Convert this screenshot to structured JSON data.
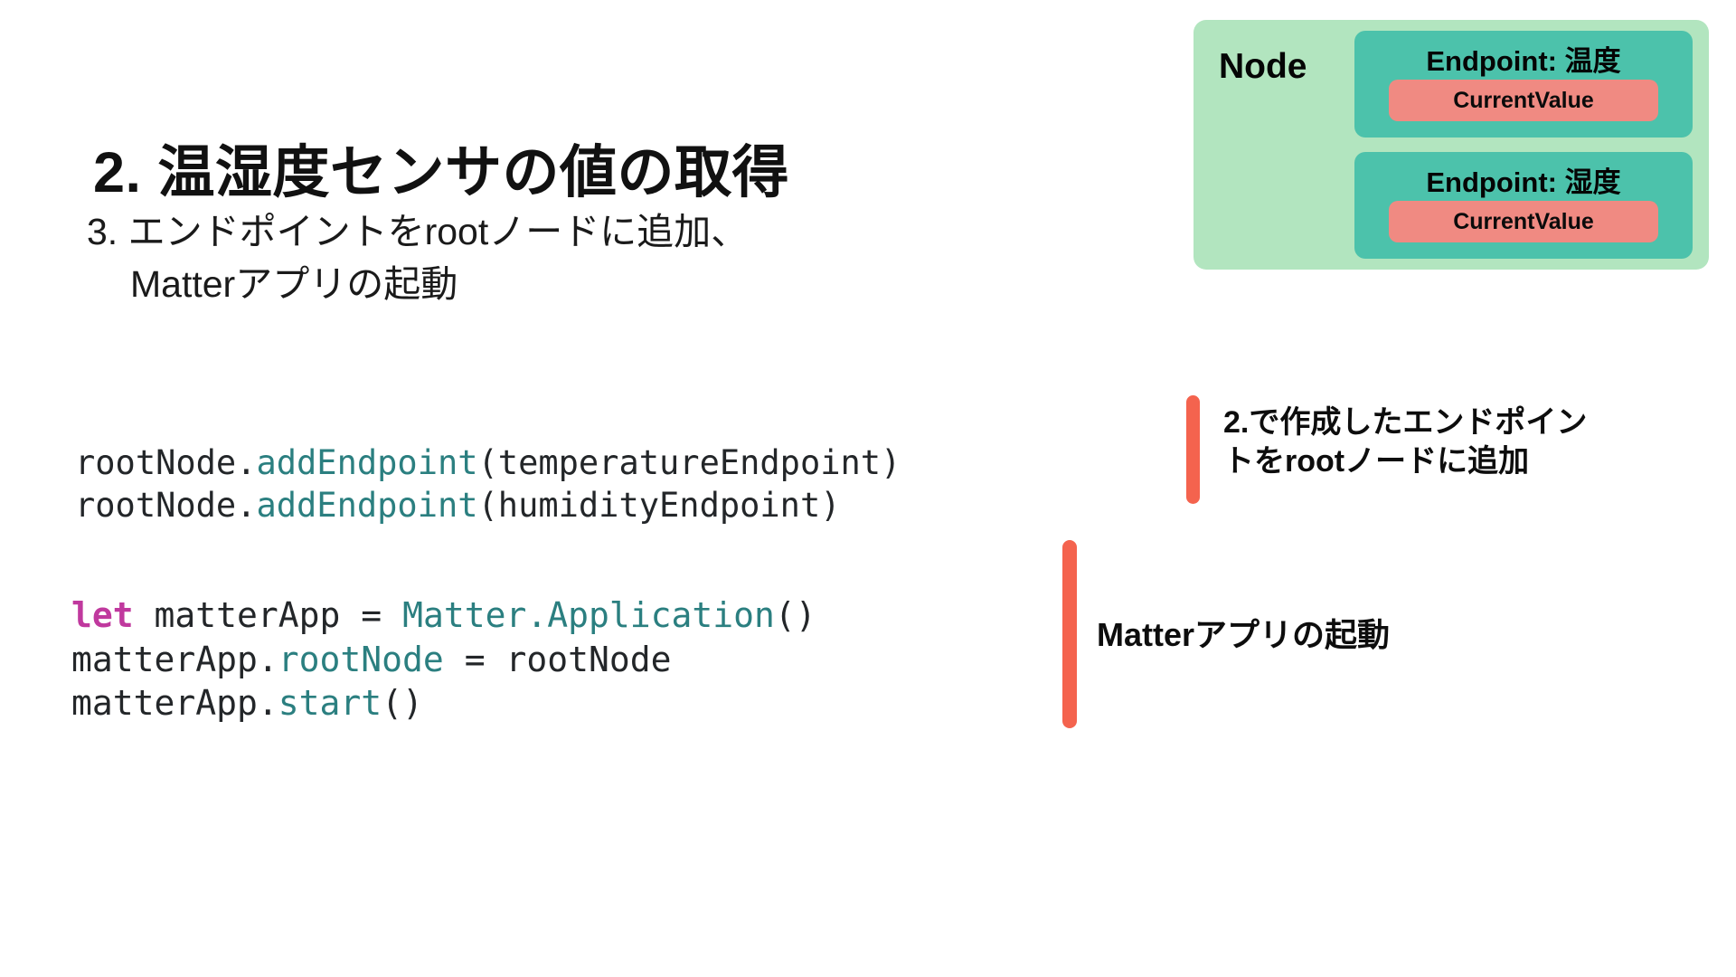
{
  "slide": {
    "title": "2. 温湿度センサの値の取得",
    "subtitle_lines": [
      "3. エンドポイントをrootノードに追加、",
      "Matterアプリの起動"
    ]
  },
  "code_blocks": [
    {
      "id": "code-block-1",
      "lines": [
        [
          {
            "text": "rootNode.",
            "type": "plain"
          },
          {
            "text": "addEndpoint",
            "type": "method"
          },
          {
            "text": "(temperatureEndpoint)",
            "type": "plain"
          }
        ],
        [
          {
            "text": "rootNode.",
            "type": "plain"
          },
          {
            "text": "addEndpoint",
            "type": "method"
          },
          {
            "text": "(humidityEndpoint)",
            "type": "plain"
          }
        ]
      ]
    },
    {
      "id": "code-block-2",
      "lines": [
        [
          {
            "text": "let",
            "type": "keyword"
          },
          {
            "text": " matterApp = ",
            "type": "plain"
          },
          {
            "text": "Matter.Application",
            "type": "type"
          },
          {
            "text": "()",
            "type": "plain"
          }
        ],
        [
          {
            "text": "matterApp.",
            "type": "plain"
          },
          {
            "text": "rootNode",
            "type": "method"
          },
          {
            "text": " = rootNode",
            "type": "plain"
          }
        ],
        [
          {
            "text": "matterApp.",
            "type": "plain"
          },
          {
            "text": "start",
            "type": "method"
          },
          {
            "text": "()",
            "type": "plain"
          }
        ]
      ]
    }
  ],
  "node_diagram": {
    "node_label": "Node",
    "endpoints": [
      {
        "title": "Endpoint: 温度",
        "attribute": "CurrentValue"
      },
      {
        "title": "Endpoint: 湿度",
        "attribute": "CurrentValue"
      }
    ]
  },
  "annotations": [
    {
      "text": "2.で作成したエンドポイン\nトをrootノードに追加"
    },
    {
      "text": "Matterアプリの起動"
    }
  ],
  "colors": {
    "node_box": "#b2e5bf",
    "endpoint_card": "#4cc2ab",
    "attribute_pill": "#f08a82",
    "annotation_bar": "#f4634e",
    "code_method": "#2b7f80",
    "code_keyword": "#c0399e",
    "code_plain": "#232629",
    "background": "#ffffff"
  }
}
